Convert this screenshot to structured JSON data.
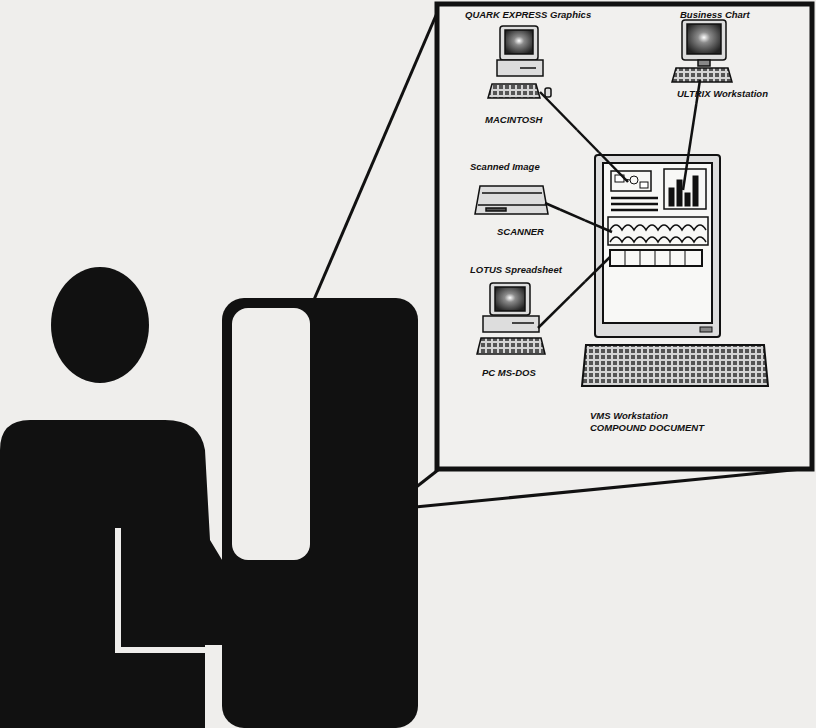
{
  "diagram": {
    "nodes": [
      {
        "text": [
          "QUARK EXPRESS Graphics",
          "MACINTOSH"
        ]
      },
      {
        "text": [
          "Business Chart",
          "ULTRIX Workstation"
        ]
      },
      {
        "text": [
          "Scanned Image",
          "SCANNER"
        ]
      },
      {
        "text": [
          "LOTUS Spreadsheet",
          "PC MS-DOS"
        ]
      },
      {
        "text": [
          "VMS Workstation COMPOUND DOCUMENT"
        ]
      }
    ],
    "edges": [
      {
        "from": 0,
        "to": 4,
        "arrow": "none"
      },
      {
        "from": 1,
        "to": 4,
        "arrow": "none"
      },
      {
        "from": 2,
        "to": 4,
        "arrow": "none"
      },
      {
        "from": 3,
        "to": 4,
        "arrow": "none"
      }
    ]
  }
}
